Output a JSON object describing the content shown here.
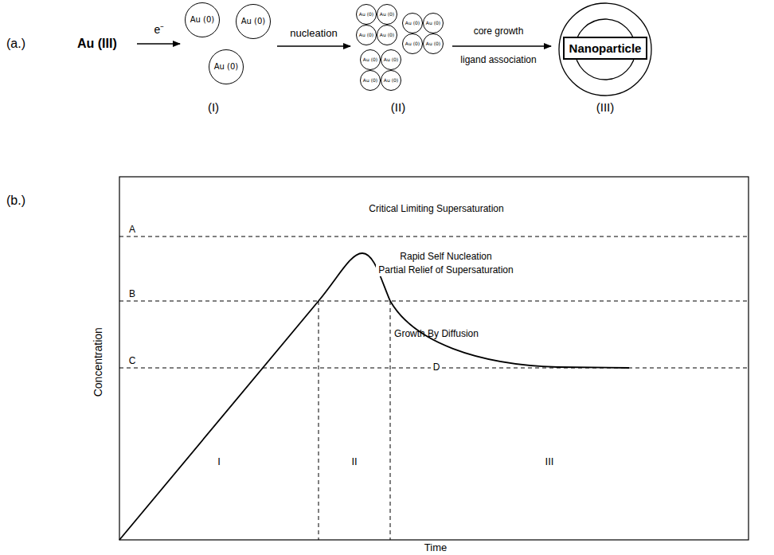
{
  "diagram": {
    "nodes": [
      {
        "text": [
          "Au (0)"
        ]
      },
      {
        "text": [
          "Au (0)"
        ]
      },
      {
        "text": [
          "Au (0)"
        ]
      },
      {
        "text": [
          "Au (0)"
        ]
      },
      {
        "text": [
          "Au (0)"
        ]
      },
      {
        "text": [
          "Au (0)"
        ]
      },
      {
        "text": [
          "Au (0)"
        ]
      },
      {
        "text": [
          "Au (0)"
        ]
      },
      {
        "text": [
          "Au (0)"
        ]
      },
      {
        "text": [
          "Au (0)"
        ]
      },
      {
        "text": [
          "Au (0)"
        ]
      },
      {
        "text": [
          "Au (0)"
        ]
      },
      {
        "text": [
          "Au (0)"
        ]
      },
      {
        "text": [
          "Au (0)"
        ]
      },
      {
        "text": [
          "Au (0)"
        ]
      },
      {
        "text": [
          "Nanoparticle"
        ]
      }
    ],
    "labels": [
      "(a.)",
      "Au (III)",
      "e⁻",
      "nucleation",
      "core growth",
      "ligand association",
      "(I)",
      "(II)",
      "(III)",
      "(b.)",
      "A",
      "B",
      "C",
      "D",
      "Critical Limiting Supersaturation",
      "Rapid Self Nucleation",
      "Partial Relief of Supersaturation",
      "Growth By Diffusion",
      "I",
      "II",
      "III",
      "Concentration",
      "Time"
    ]
  }
}
